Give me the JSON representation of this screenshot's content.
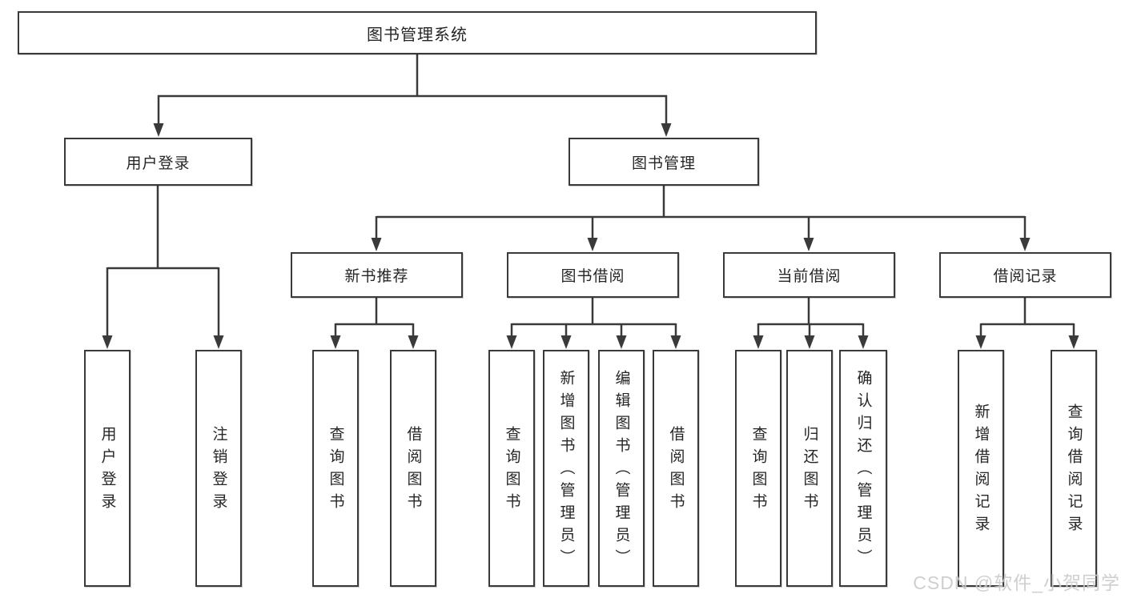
{
  "tree": {
    "label": "图书管理系统",
    "children": [
      {
        "label": "用户登录",
        "children": [
          {
            "label": "用户登录"
          },
          {
            "label": "注销登录"
          }
        ]
      },
      {
        "label": "图书管理",
        "children": [
          {
            "label": "新书推荐",
            "children": [
              {
                "label": "查询图书"
              },
              {
                "label": "借阅图书"
              }
            ]
          },
          {
            "label": "图书借阅",
            "children": [
              {
                "label": "查询图书"
              },
              {
                "label": "新增图书（管理员）"
              },
              {
                "label": "编辑图书（管理员）"
              },
              {
                "label": "借阅图书"
              }
            ]
          },
          {
            "label": "当前借阅",
            "children": [
              {
                "label": "查询图书"
              },
              {
                "label": "归还图书"
              },
              {
                "label": "确认归还（管理员）"
              }
            ]
          },
          {
            "label": "借阅记录",
            "children": [
              {
                "label": "新增借阅记录"
              },
              {
                "label": "查询借阅记录"
              }
            ]
          }
        ]
      }
    ]
  },
  "watermark": {
    "text": "CSDN @软件_小贺同学"
  },
  "colors": {
    "line": "#3a3a3a",
    "text": "#262626",
    "background": "#ffffff",
    "watermark": "#c9c9c9"
  }
}
